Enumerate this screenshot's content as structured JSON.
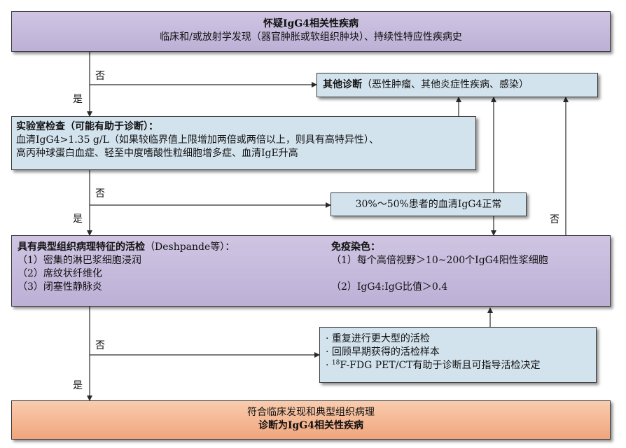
{
  "nodes": {
    "suspect": {
      "title": "怀疑IgG4相关性疾病",
      "subtitle": "临床和/或放射学发现（器官肿胀或软组织肿块）、持续性特应性疾病史"
    },
    "other_dx": {
      "title": "其他诊断",
      "detail": "（恶性肿瘤、其他炎症性疾病、感染）"
    },
    "lab": {
      "title": "实验室检查（可能有助于诊断）：",
      "line1": "血清IgG4>1.35 g/L（如果较临界值上限增加两倍或两倍以上，则具有高特异性）、",
      "line2": "高丙种球蛋白血症、轻至中度嗜酸性粒细胞增多症、血清IgE升高"
    },
    "normal_igg4": {
      "text": "30%～50%患者的血清IgG4正常"
    },
    "biopsy": {
      "title_bold": "具有典型组织病理特征的活检",
      "title_rest": "（Deshpande等）：",
      "items": [
        "（1）密集的淋巴浆细胞浸润",
        "（2）席纹状纤维化",
        "（3）闭塞性静脉炎"
      ],
      "immuno_title": "免疫染色：",
      "immuno_items": [
        "（1）每个高倍视野＞10~200个IgG4阳性浆细胞",
        "（2）IgG4:IgG比值＞0.4"
      ]
    },
    "repeat": {
      "items": [
        "· 重复进行更大型的活检",
        "· 回顾早期获得的活检样本"
      ],
      "pet_bullet": "· ",
      "pet_sup": "18",
      "pet_rest": "F-FDG PET/CT有助于诊断且可指导活检决定"
    },
    "conclusion": {
      "line1": "符合临床发现和典型组织病理",
      "line2": "诊断为IgG4相关性疾病"
    }
  },
  "labels": {
    "yes": "是",
    "no": "否"
  },
  "colors": {
    "purple": "#c6bcdc",
    "blue": "#d3e3ee",
    "orange": "#f4b48f",
    "line": "#2a2a2a"
  }
}
